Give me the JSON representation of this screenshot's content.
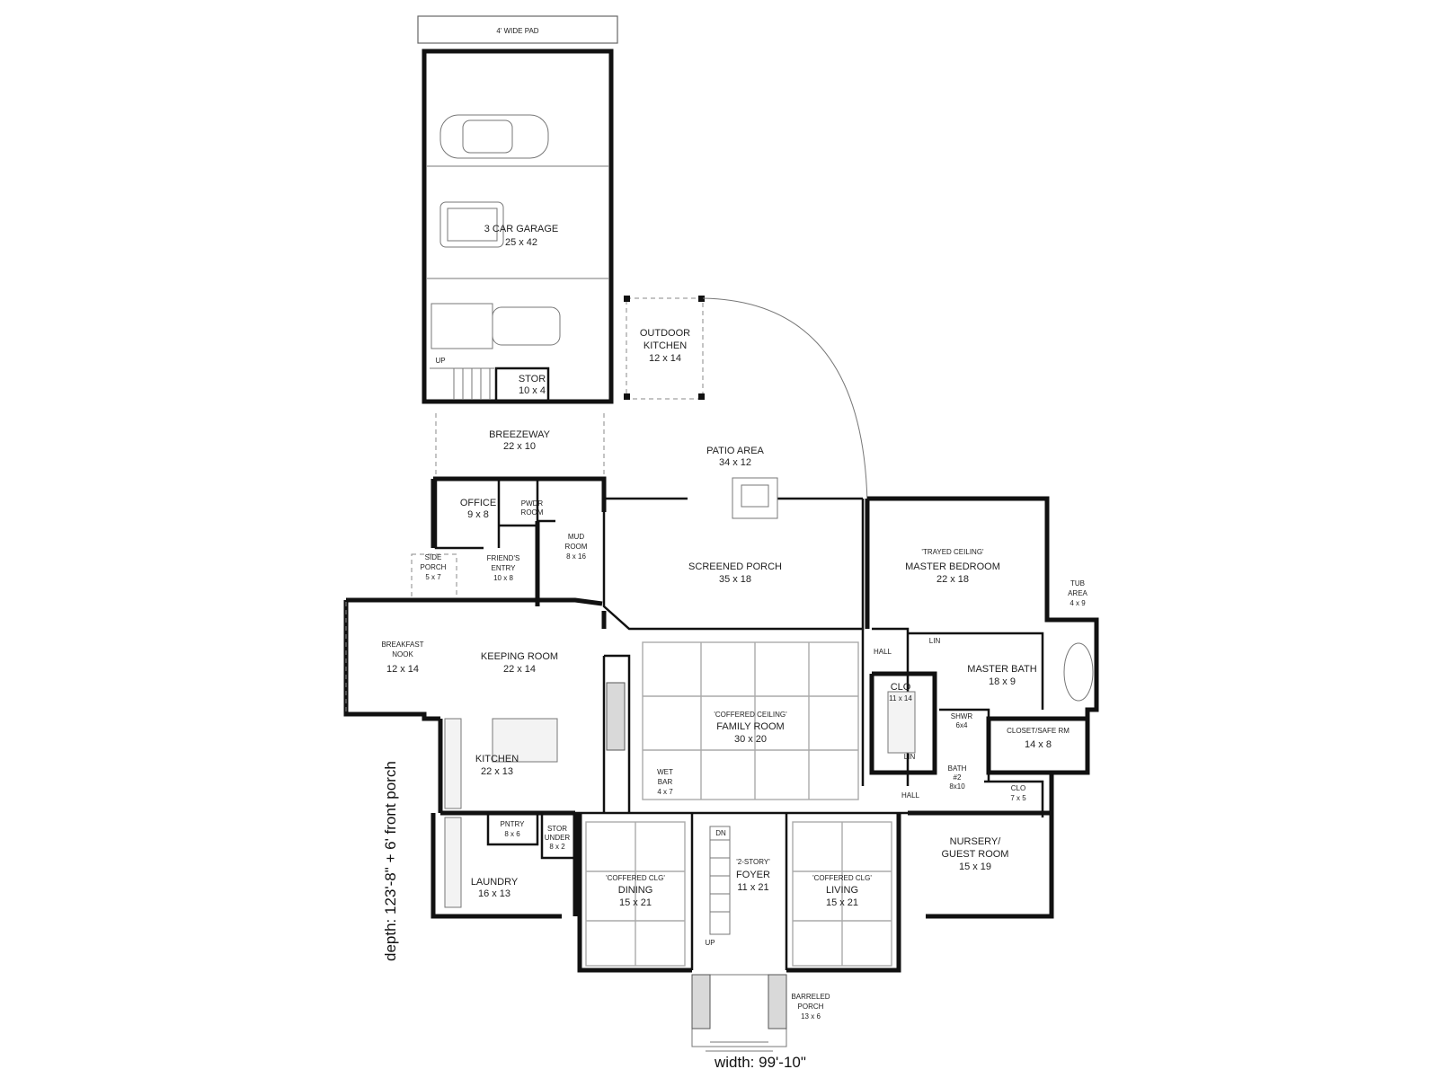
{
  "plan": {
    "dimensions": {
      "width": "width: 99'-10\"",
      "depth": "depth: 123'-8\" + 6' front porch"
    },
    "rooms": {
      "pad": {
        "name": "4' WIDE PAD"
      },
      "garage": {
        "name": "3 CAR GARAGE",
        "size": "25 x 42"
      },
      "storage": {
        "name": "STOR",
        "size": "10 x 4"
      },
      "outdoor_kitchen": {
        "name1": "OUTDOOR",
        "name2": "KITCHEN",
        "size": "12 x 14"
      },
      "breezeway": {
        "name": "BREEZEWAY",
        "size": "22 x 10"
      },
      "patio": {
        "name": "PATIO AREA",
        "size": "34 x 12"
      },
      "office": {
        "name": "OFFICE",
        "size": "9 x 8"
      },
      "powder": {
        "name1": "PWDR",
        "name2": "ROOM"
      },
      "mud_room": {
        "name1": "MUD",
        "name2": "ROOM",
        "size": "8 x 16"
      },
      "side_porch": {
        "name1": "SIDE",
        "name2": "PORCH",
        "size": "5 x 7"
      },
      "friends_entry": {
        "name1": "FRIEND'S",
        "name2": "ENTRY",
        "size": "10 x 8"
      },
      "screened_porch": {
        "name": "SCREENED PORCH",
        "size": "35 x 18"
      },
      "master_bedroom": {
        "note": "'TRAYED CEILING'",
        "name": "MASTER BEDROOM",
        "size": "22 x 18"
      },
      "tub_area": {
        "name1": "TUB",
        "name2": "AREA",
        "size": "4 x 9"
      },
      "breakfast_nook": {
        "name1": "BREAKFAST",
        "name2": "NOOK",
        "size": "12 x 14"
      },
      "keeping_room": {
        "name": "KEEPING ROOM",
        "size": "22 x 14"
      },
      "hall_upper": {
        "name": "HALL"
      },
      "lin_upper": {
        "name": "LIN"
      },
      "master_bath": {
        "name": "MASTER BATH",
        "size": "18 x 9"
      },
      "clo_master": {
        "name": "CLO",
        "size": "11 x 14"
      },
      "shower": {
        "name": "SHWR",
        "size": "6x4"
      },
      "closet_safe": {
        "name": "CLOSET/SAFE RM",
        "size": "14 x 8"
      },
      "lin_lower": {
        "name": "LIN"
      },
      "family_room": {
        "note": "'COFFERED CEILING'",
        "name": "FAMILY ROOM",
        "size": "30 x 20"
      },
      "kitchen": {
        "name": "KITCHEN",
        "size": "22 x 13"
      },
      "wet_bar": {
        "name1": "WET",
        "name2": "BAR",
        "size": "4 x 7"
      },
      "bath2": {
        "name": "BATH",
        "num": "#2",
        "size": "8x10"
      },
      "hall_lower": {
        "name": "HALL"
      },
      "clo_small": {
        "name": "CLO",
        "size": "7 x 5"
      },
      "pantry": {
        "name": "PNTRY",
        "size": "8 x 6"
      },
      "stor_under": {
        "name1": "STOR",
        "name2": "UNDER",
        "size": "8 x 2"
      },
      "laundry": {
        "name": "LAUNDRY",
        "size": "16 x 13"
      },
      "dining": {
        "note": "'COFFERED CLG'",
        "name": "DINING",
        "size": "15 x 21"
      },
      "foyer": {
        "note": "'2-STORY'",
        "name": "FOYER",
        "size": "11 x 21"
      },
      "living": {
        "note": "'COFFERED CLG'",
        "name": "LIVING",
        "size": "15 x 21"
      },
      "nursery": {
        "name1": "NURSERY/",
        "name2": "GUEST ROOM",
        "size": "15 x 19"
      },
      "barreled_porch": {
        "name1": "BARRELED",
        "name2": "PORCH",
        "size": "13 x 6"
      }
    },
    "stair_marks": {
      "garage_up": "UP",
      "foyer_up": "UP",
      "dn": "DN"
    }
  }
}
